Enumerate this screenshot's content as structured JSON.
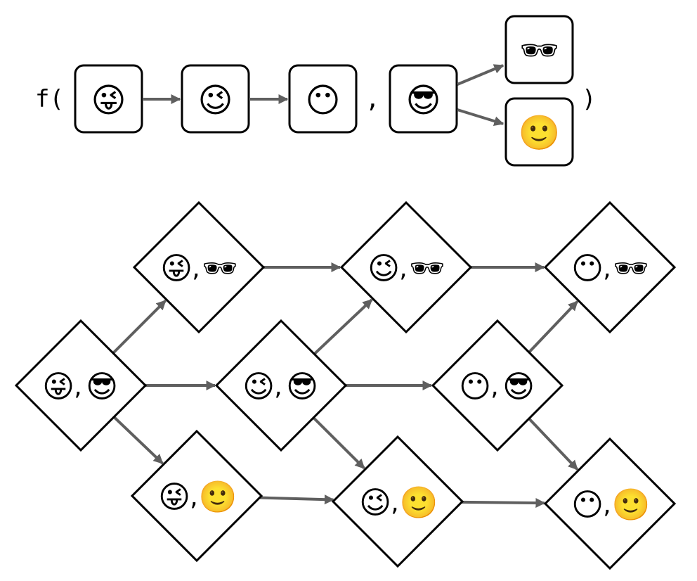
{
  "header": {
    "fn_open": "f(",
    "comma": ",",
    "fn_close": ")"
  },
  "lists": {
    "first": [
      "😜",
      "😉",
      "😶"
    ],
    "second_root": "😎",
    "second_children": [
      "🕶",
      "🙂"
    ]
  },
  "lattice": {
    "separator": ",",
    "nodes": [
      {
        "id": "n1",
        "left": "😜",
        "right": "🕶"
      },
      {
        "id": "n2",
        "left": "😉",
        "right": "🕶"
      },
      {
        "id": "n3",
        "left": "😶",
        "right": "🕶"
      },
      {
        "id": "n4",
        "left": "😜",
        "right": "😎"
      },
      {
        "id": "n5",
        "left": "😉",
        "right": "😎"
      },
      {
        "id": "n6",
        "left": "😶",
        "right": "😎"
      },
      {
        "id": "n7",
        "left": "😜",
        "right": "🙂"
      },
      {
        "id": "n8",
        "left": "😉",
        "right": "🙂"
      },
      {
        "id": "n9",
        "left": "😶",
        "right": "🙂"
      }
    ],
    "edges": [
      [
        "n4",
        "n1"
      ],
      [
        "n4",
        "n5"
      ],
      [
        "n4",
        "n7"
      ],
      [
        "n1",
        "n2"
      ],
      [
        "n2",
        "n3"
      ],
      [
        "n5",
        "n2"
      ],
      [
        "n5",
        "n6"
      ],
      [
        "n5",
        "n8"
      ],
      [
        "n6",
        "n3"
      ],
      [
        "n6",
        "n9"
      ],
      [
        "n7",
        "n8"
      ],
      [
        "n8",
        "n9"
      ]
    ]
  },
  "colors": {
    "stroke": "#000000",
    "arrow": "#5f5f5f"
  }
}
